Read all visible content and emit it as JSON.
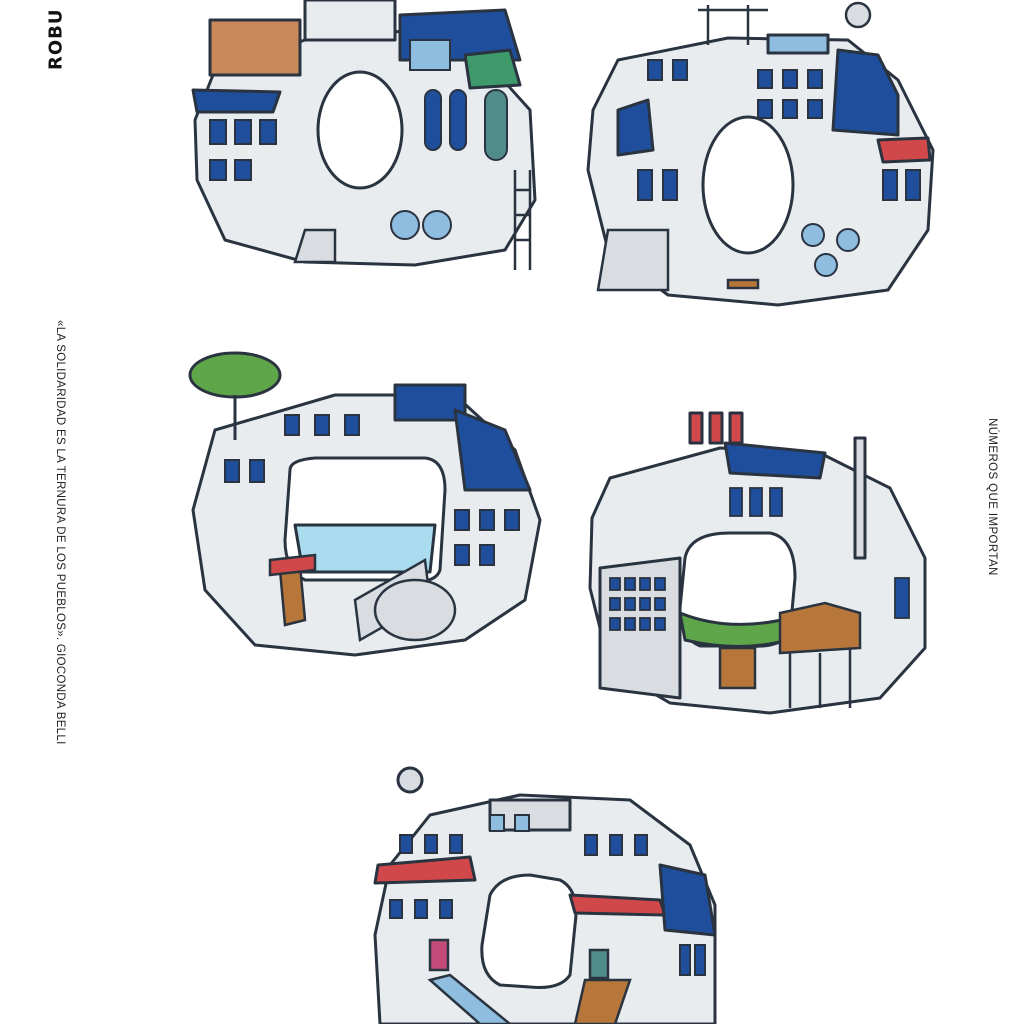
{
  "brand": {
    "name": "ROBU"
  },
  "quote": {
    "text": "«LA SOLIDARIDAD ES LA TERNURA DE LOS PUEBLOS». GIOCONDA BELLI"
  },
  "side_title": {
    "text": "NÚMEROS QUE IMPORTAN"
  },
  "illustrations": [
    {
      "subject": "zero-shaped building with awning, arched windows, ladder and pipes"
    },
    {
      "subject": "zero-shaped building with antennas, satellite dish, stairs and gazebo"
    },
    {
      "subject": "zero-shaped building with tree, solar panels, bells and aquarium pool"
    },
    {
      "subject": "zero-shaped building with chimneys, grass courtyard and stilt houses"
    },
    {
      "subject": "zero-shaped building with red roofs, stairs and satellite dish"
    }
  ],
  "colors": {
    "outline": "#2a3440",
    "blue": "#1f4f9c",
    "light-blue": "#8fbde0",
    "gray": "#7a8089",
    "light-gray": "#d9dde2",
    "red-roof": "#d0484a",
    "green": "#5fa64a",
    "wood": "#b8773a",
    "water": "#a9dcef"
  }
}
